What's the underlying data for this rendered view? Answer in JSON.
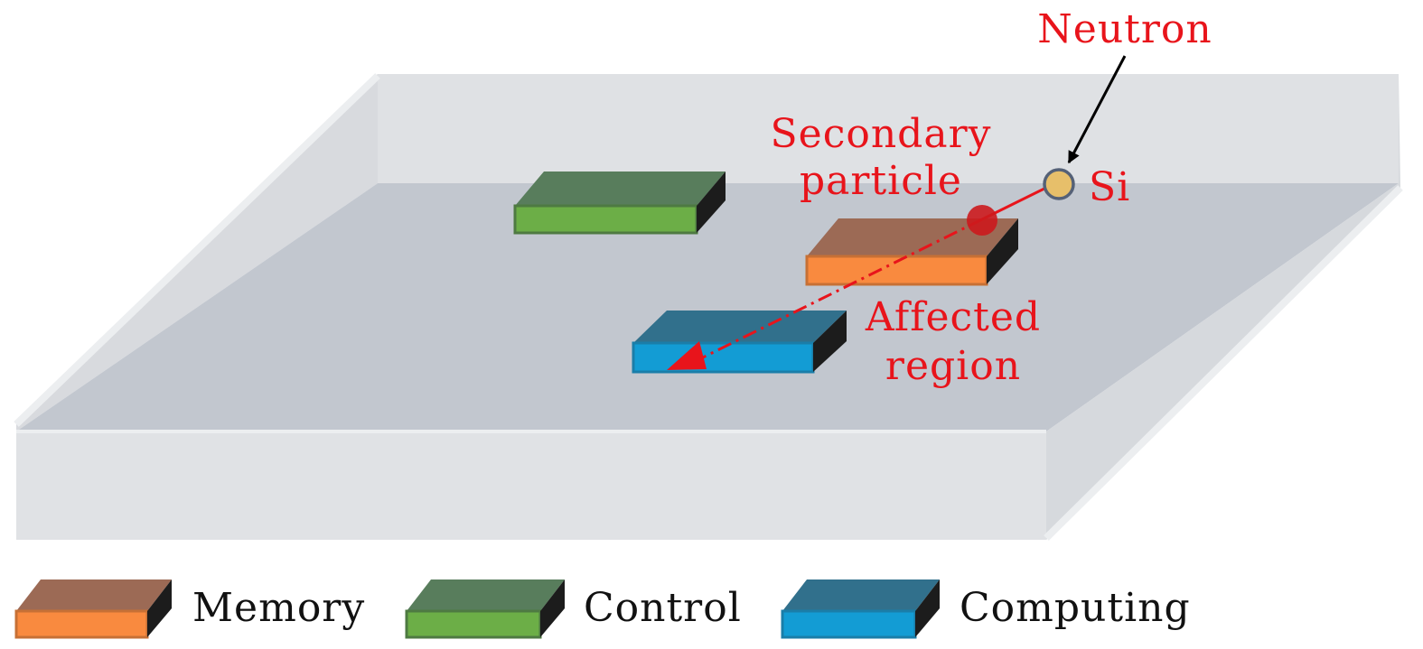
{
  "labels": {
    "neutron": "Neutron",
    "secondary_line1": "Secondary",
    "secondary_line2": "particle",
    "si": "Si",
    "affected_line1": "Affected",
    "affected_line2": "region"
  },
  "blocks": [
    {
      "name": "control-block",
      "type": "Control"
    },
    {
      "name": "memory-block",
      "type": "Memory"
    },
    {
      "name": "computing-block",
      "type": "Computing"
    }
  ],
  "legend": [
    {
      "label": "Memory"
    },
    {
      "label": "Control"
    },
    {
      "label": "Computing"
    }
  ],
  "colors": {
    "annotation": "#e8141b",
    "memory_top": "#9c6a55",
    "memory_front": "#f98a3f",
    "control_top": "#587d5c",
    "control_front": "#6cae47",
    "computing_top": "#31708c",
    "computing_front": "#139cd4",
    "block_side": "#1c1c1c",
    "silicon_atom": "#e7bf6a",
    "platform_top": "#c2c7cf",
    "platform_wall": "#dfe1e4"
  }
}
